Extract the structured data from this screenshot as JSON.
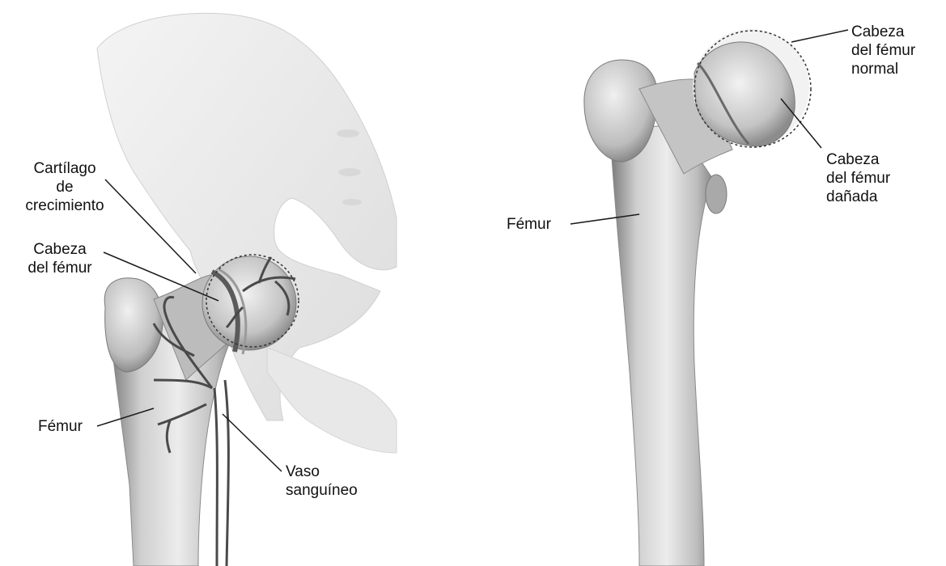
{
  "colors": {
    "background": "#ffffff",
    "label_text": "#111111",
    "leader_line": "#1a1a1a",
    "bone_light": "#e6e6e6",
    "bone_mid": "#b8b8b8",
    "bone_dark": "#6a6a6a",
    "pelvis": "#ececec",
    "vessel": "#4a4a4a"
  },
  "left_panel": {
    "labels": {
      "growth_cartilage": "Cartílago\nde\ncrecimiento",
      "femoral_head": "Cabeza\ndel fémur",
      "femur": "Fémur",
      "blood_vessel": "Vaso\nsanguíneo"
    }
  },
  "right_panel": {
    "labels": {
      "normal_head": "Cabeza\ndel fémur\nnormal",
      "damaged_head": "Cabeza\ndel fémur\ndañada",
      "femur": "Fémur"
    }
  }
}
